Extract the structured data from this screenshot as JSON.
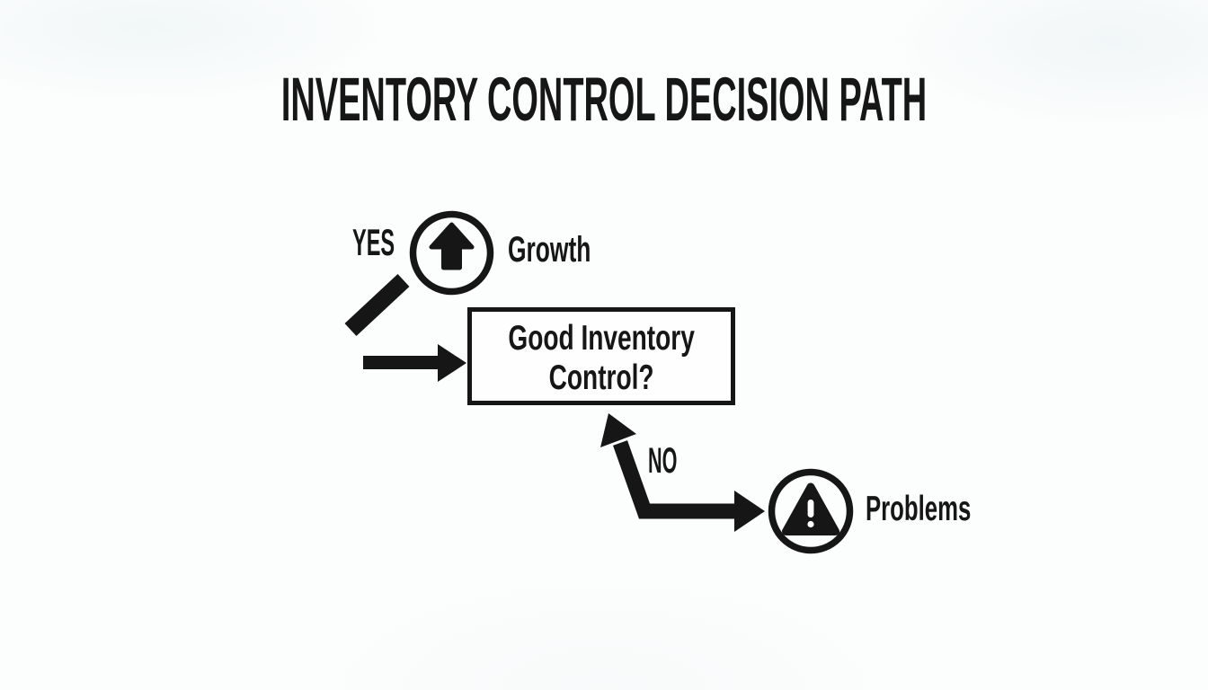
{
  "title": "INVENTORY CONTROL DECISION PATH",
  "colors": {
    "ink": "#161616",
    "background": "#fcfdfd"
  },
  "flowchart": {
    "decision": {
      "question_line1": "Good Inventory",
      "question_line2": "Control?"
    },
    "yes_branch": {
      "answer": "YES",
      "outcome": "Growth",
      "icon": "arrow-up-circle-icon"
    },
    "no_branch": {
      "answer": "NO",
      "outcome": "Problems",
      "icon": "warning-triangle-circle-icon"
    }
  }
}
